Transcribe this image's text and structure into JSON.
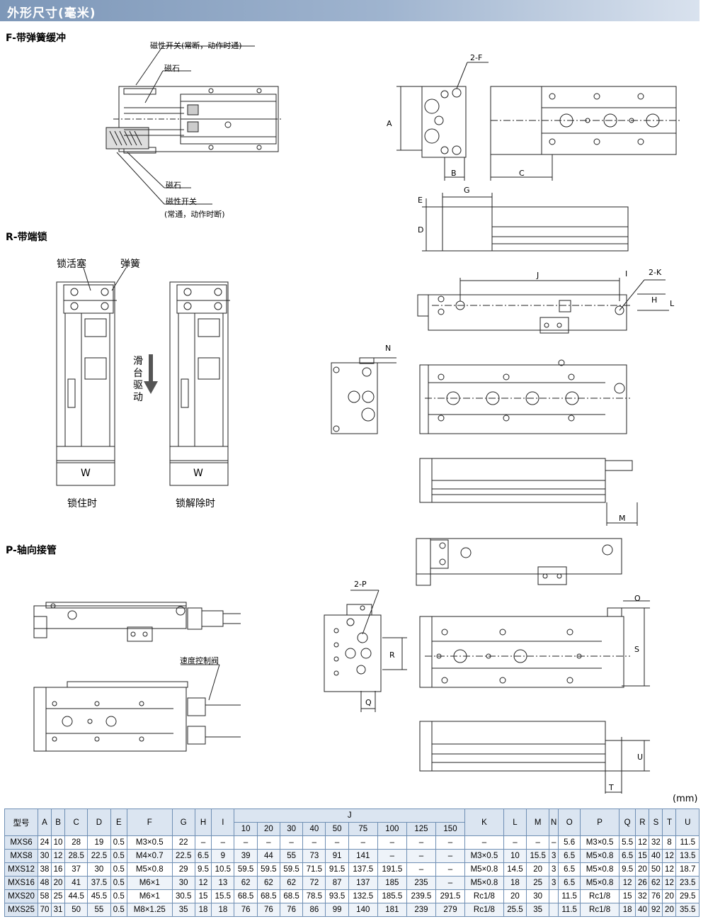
{
  "title": "外形尺寸(毫米)",
  "sections": {
    "f": "F-带弹簧缓冲",
    "r": "R-带端锁",
    "p": "P-轴向接管"
  },
  "labels": {
    "f_switch_top": "磁性开关(常断，动作时通)",
    "f_magnet_top": "磁石",
    "f_magnet_bottom": "磁石",
    "f_switch_bottom": "磁性开关",
    "f_switch_bottom_note": "(常通，动作时断)",
    "r_lock_piston": "锁活塞",
    "r_spring": "弹簧",
    "r_slide_drive": "滑台驱动",
    "r_w_left": "W",
    "r_w_right": "W",
    "r_locked": "锁住时",
    "r_unlocked": "锁解除时",
    "p_valve": "速度控制阀",
    "dim_2F": "2-F",
    "dim_A": "A",
    "dim_B": "B",
    "dim_C": "C",
    "dim_G": "G",
    "dim_E": "E",
    "dim_D": "D",
    "dim_J": "J",
    "dim_I": "I",
    "dim_2K": "2-K",
    "dim_H": "H",
    "dim_L": "L",
    "dim_N": "N",
    "dim_M": "M",
    "dim_2P": "2-P",
    "dim_R": "R",
    "dim_Q": "Q",
    "dim_O": "O",
    "dim_S": "S",
    "dim_U": "U",
    "dim_T": "T"
  },
  "unit": "(mm)",
  "table": {
    "model_header": "型号",
    "cols_before_j": [
      "A",
      "B",
      "C",
      "D",
      "E",
      "F",
      "G",
      "H",
      "I"
    ],
    "j_header": "J",
    "j_sub": [
      "10",
      "20",
      "30",
      "40",
      "50",
      "75",
      "100",
      "125",
      "150"
    ],
    "cols_after_j": [
      "K",
      "L",
      "M",
      "N",
      "O",
      "P",
      "Q",
      "R",
      "S",
      "T",
      "U"
    ],
    "rows": [
      [
        "MXS6",
        "24",
        "10",
        "28",
        "19",
        "0.5",
        "M3×0.5",
        "22",
        "–",
        "–",
        "–",
        "–",
        "–",
        "–",
        "–",
        "–",
        "–",
        "–",
        "–",
        "–",
        "–",
        "–",
        "–",
        "5.6",
        "M3×0.5",
        "5.5",
        "12",
        "32",
        "8",
        "11.5"
      ],
      [
        "MXS8",
        "30",
        "12",
        "28.5",
        "22.5",
        "0.5",
        "M4×0.7",
        "22.5",
        "6.5",
        "9",
        "39",
        "44",
        "55",
        "73",
        "91",
        "141",
        "–",
        "–",
        "–",
        "M3×0.5",
        "10",
        "15.5",
        "3",
        "6.5",
        "M5×0.8",
        "6.5",
        "15",
        "40",
        "12",
        "13.5"
      ],
      [
        "MXS12",
        "38",
        "16",
        "37",
        "30",
        "0.5",
        "M5×0.8",
        "29",
        "9.5",
        "10.5",
        "59.5",
        "59.5",
        "59.5",
        "71.5",
        "91.5",
        "137.5",
        "191.5",
        "–",
        "–",
        "M5×0.8",
        "14.5",
        "20",
        "3",
        "6.5",
        "M5×0.8",
        "9.5",
        "20",
        "50",
        "12",
        "18.7"
      ],
      [
        "MXS16",
        "48",
        "20",
        "41",
        "37.5",
        "0.5",
        "M6×1",
        "30",
        "12",
        "13",
        "62",
        "62",
        "62",
        "72",
        "87",
        "137",
        "185",
        "235",
        "–",
        "M5×0.8",
        "18",
        "25",
        "3",
        "6.5",
        "M5×0.8",
        "12",
        "26",
        "62",
        "12",
        "23.5"
      ],
      [
        "MXS20",
        "58",
        "25",
        "44.5",
        "45.5",
        "0.5",
        "M6×1",
        "30.5",
        "15",
        "15.5",
        "68.5",
        "68.5",
        "68.5",
        "78.5",
        "93.5",
        "132.5",
        "185.5",
        "239.5",
        "291.5",
        "Rc1/8",
        "20",
        "30",
        "",
        "11.5",
        "Rc1/8",
        "15",
        "32",
        "76",
        "20",
        "29.5"
      ],
      [
        "MXS25",
        "70",
        "31",
        "50",
        "55",
        "0.5",
        "M8×1.25",
        "35",
        "18",
        "18",
        "76",
        "76",
        "76",
        "86",
        "99",
        "140",
        "181",
        "239",
        "279",
        "Rc1/8",
        "25.5",
        "35",
        "",
        "11.5",
        "Rc1/8",
        "18",
        "40",
        "92",
        "20",
        "35.5"
      ]
    ]
  }
}
